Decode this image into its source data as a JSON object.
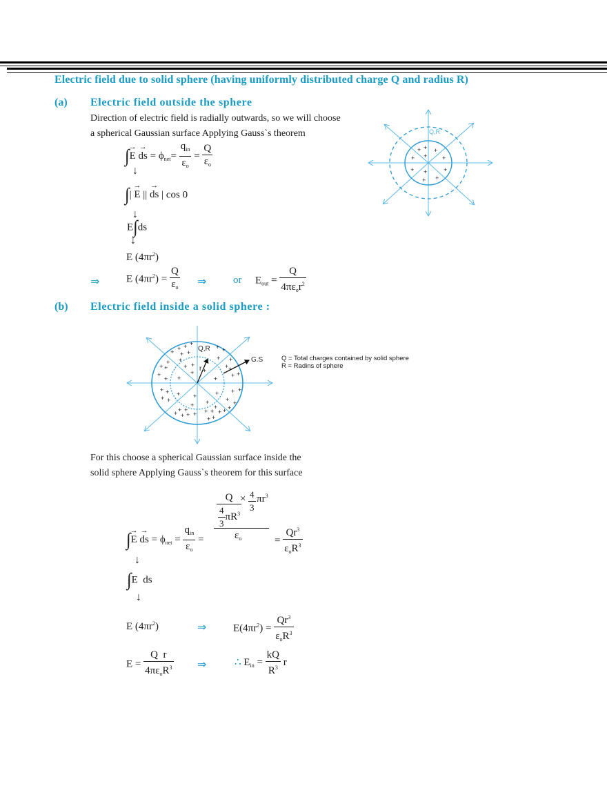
{
  "header": {
    "title": "Electric field due to solid sphere (having uniformly distributed charge Q and radius R)",
    "rule_color": "#000000"
  },
  "accent_color": "#1a9bc5",
  "diagram_color": "#5bb8e8",
  "section_a": {
    "label": "(a)",
    "title": "Electric field outside the sphere",
    "paragraph_line1": "Direction of electric field is radially outwards, so we will choose",
    "paragraph_line2": "a spherical Gaussian surface Applying Gauss`s theorem",
    "eq1": {
      "integral": "∫",
      "E": "E",
      "ds": "ds",
      "eq": "=",
      "phi": "ϕ",
      "phi_sub": "net",
      "frac1_num": "q",
      "frac1_num_sub": "in",
      "frac1_den": "ε",
      "frac1_den_sub": "o",
      "frac2_num": "Q",
      "frac2_den": "ε",
      "frac2_den_sub": "o"
    },
    "arrow_down": "↓",
    "eq2": {
      "integral": "∫",
      "left_bar": "|",
      "E": "E",
      "mid_bars": "||",
      "ds": "ds",
      "right_bar": "|",
      "cos": "cos 0"
    },
    "eq3": {
      "E": "E",
      "integral": "∫",
      "ds": "ds"
    },
    "eq4": {
      "text": "E (4πr",
      "sup": "2",
      "close": ")"
    },
    "eq5": {
      "implies": "⇒",
      "lhs": "E (4πr",
      "lhs_sup": "2",
      "lhs_close": ") =",
      "num": "Q",
      "den": "ε",
      "den_sub": "o",
      "implies2": "⇒",
      "or": "or",
      "E_out": "E",
      "E_out_sub": "out",
      "eq": "=",
      "num2": "Q",
      "den2_a": "4πε",
      "den2_sub": "o",
      "den2_b": "r",
      "den2_sup": "2"
    },
    "diagram": {
      "label": "Q,R",
      "charges": "+"
    }
  },
  "section_b": {
    "label": "(b)",
    "title": "Electric field inside a solid sphere :",
    "diagram": {
      "label_qr": "Q,R",
      "label_r": "r",
      "label_gs": "G.S",
      "caption_line1": "Q = Total charges contained by solid sphere",
      "caption_line2": "R = Radins of sphere"
    },
    "paragraph_line1": "For this choose a spherical Gaussian surface inside the",
    "paragraph_line2": "solid sphere Applying Gauss`s theorem for this surface",
    "eq1": {
      "integral": "∫",
      "E": "E",
      "ds": "ds",
      "eq": "=",
      "phi": "ϕ",
      "phi_sub": "net",
      "q": "q",
      "q_sub": "in",
      "eps": "ε",
      "eps_sub": "o",
      "big_num_Q": "Q",
      "big_num_four": "4",
      "big_num_three": "3",
      "big_num_piR": "πR",
      "big_num_sup": "3",
      "times": "×",
      "four2": "4",
      "three2": "3",
      "pir": "πr",
      "pir_sup": "3",
      "result_num": "Qr",
      "result_num_sup": "3",
      "result_den_eps": "ε",
      "result_den_sub": "o",
      "result_den_R": "R",
      "result_den_sup": "3"
    },
    "arrow_down": "↓",
    "eq2": {
      "integral": "∫",
      "text": "E  ds"
    },
    "eq3": {
      "lhs": "E (4πr",
      "lhs_sup": "2",
      "lhs_close": ")",
      "implies": "⇒",
      "rhs": "E(4πr",
      "rhs_sup": "2",
      "rhs_close": ") =",
      "num": "Qr",
      "num_sup": "3",
      "den_eps": "ε",
      "den_sub": "o",
      "den_R": "R",
      "den_sup": "3"
    },
    "eq4": {
      "lhs": "E =",
      "num": "Q  r",
      "den_a": "4πε",
      "den_sub": "o",
      "den_R": "R",
      "den_sup": "3",
      "implies": "⇒",
      "therefore": "∴",
      "E_in": "E",
      "E_in_sub": "in",
      "eq": "=",
      "num2": "kQ",
      "den2": "R",
      "den2_sup": "3",
      "r": "r"
    }
  }
}
